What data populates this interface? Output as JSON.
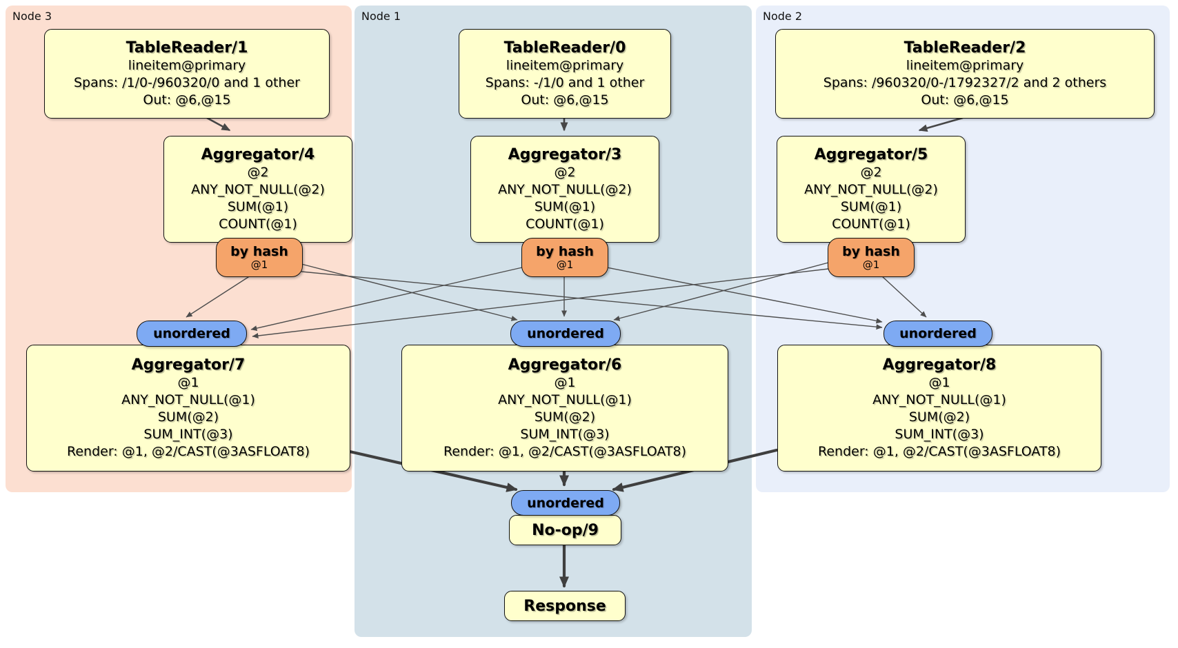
{
  "regions": [
    {
      "label": "Node 3"
    },
    {
      "label": "Node 1"
    },
    {
      "label": "Node 2"
    }
  ],
  "processors": {
    "tr1": {
      "title": "TableReader/1",
      "lines": [
        "lineitem@primary",
        "Spans: /1/0-/960320/0 and 1 other",
        "Out: @6,@15"
      ]
    },
    "tr0": {
      "title": "TableReader/0",
      "lines": [
        "lineitem@primary",
        "Spans: -/1/0 and 1 other",
        "Out: @6,@15"
      ]
    },
    "tr2": {
      "title": "TableReader/2",
      "lines": [
        "lineitem@primary",
        "Spans: /960320/0-/1792327/2 and 2 others",
        "Out: @6,@15"
      ]
    },
    "agg4": {
      "title": "Aggregator/4",
      "lines": [
        "@2",
        "ANY_NOT_NULL(@2)",
        "SUM(@1)",
        "COUNT(@1)"
      ]
    },
    "agg3": {
      "title": "Aggregator/3",
      "lines": [
        "@2",
        "ANY_NOT_NULL(@2)",
        "SUM(@1)",
        "COUNT(@1)"
      ]
    },
    "agg5": {
      "title": "Aggregator/5",
      "lines": [
        "@2",
        "ANY_NOT_NULL(@2)",
        "SUM(@1)",
        "COUNT(@1)"
      ]
    },
    "agg7": {
      "title": "Aggregator/7",
      "lines": [
        "@1",
        "ANY_NOT_NULL(@1)",
        "SUM(@2)",
        "SUM_INT(@3)",
        "Render: @1, @2/CAST(@3ASFLOAT8)"
      ]
    },
    "agg6": {
      "title": "Aggregator/6",
      "lines": [
        "@1",
        "ANY_NOT_NULL(@1)",
        "SUM(@2)",
        "SUM_INT(@3)",
        "Render: @1, @2/CAST(@3ASFLOAT8)"
      ]
    },
    "agg8": {
      "title": "Aggregator/8",
      "lines": [
        "@1",
        "ANY_NOT_NULL(@1)",
        "SUM(@2)",
        "SUM_INT(@3)",
        "Render: @1, @2/CAST(@3ASFLOAT8)"
      ]
    },
    "noop": {
      "title": "No-op/9"
    },
    "response": {
      "title": "Response"
    }
  },
  "routers": {
    "by_hash_label": "by hash",
    "by_hash_key": "@1",
    "sync_label": "unordered"
  },
  "colors": {
    "node3_bg": "#fcdfd1",
    "node1_bg": "#d3e1e9",
    "node2_bg": "#e9effa",
    "processor_bg": "#ffffcd",
    "router_bg": "#f5a46a",
    "sync_bg": "#7eaaf3",
    "edge": "#4d4d4d"
  }
}
